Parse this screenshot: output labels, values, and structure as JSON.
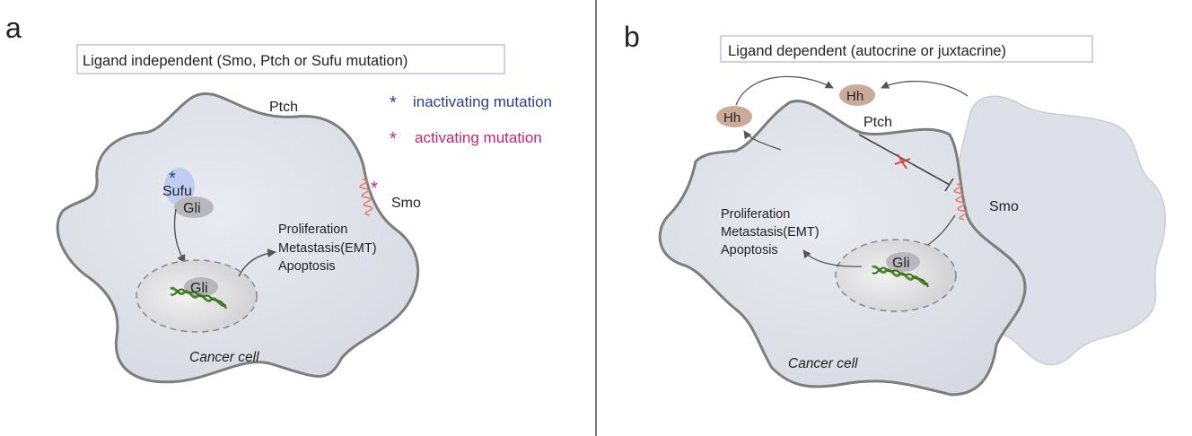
{
  "panel_a": {
    "letter": "a",
    "title": "Ligand independent (Smo, Ptch or Sufu mutation)",
    "ptch_label": "Ptch",
    "smo_label": "Smo",
    "sufu_label": "Sufu",
    "gli_cytoplasm_label": "Gli",
    "gli_nucleus_label": "Gli",
    "outcomes": [
      "Proliferation",
      "Metastasis(EMT)",
      "Apoptosis"
    ],
    "cell_label": "Cancer cell",
    "legend": [
      {
        "symbol": "*",
        "label": "inactivating mutation",
        "color": "#2a3f8f"
      },
      {
        "symbol": "*",
        "label": "activating mutation",
        "color": "#c8246e"
      }
    ]
  },
  "panel_b": {
    "letter": "b",
    "title": "Ligand dependent (autocrine or juxtacrine)",
    "hh_labels": [
      "Hh",
      "Hh"
    ],
    "ptch_label": "Ptch",
    "smo_label": "Smo",
    "gli_nucleus_label": "Gli",
    "outcomes": [
      "Proliferation",
      "Metastasis(EMT)",
      "Apoptosis"
    ],
    "cell_label": "Cancer cell"
  },
  "colors": {
    "cell_fill": "#dde0e8",
    "cell_stroke": "#7a7a7a",
    "title_box_stroke": "#b0b4e0",
    "smo_coil": "#e8776a",
    "dna": "#4e8a2a",
    "hh_fill": "#c9ab98",
    "gli_fill": "#b8b8bc",
    "sufu_halo": "#b8c8f0",
    "inhibit_x": "#e03a2a"
  }
}
